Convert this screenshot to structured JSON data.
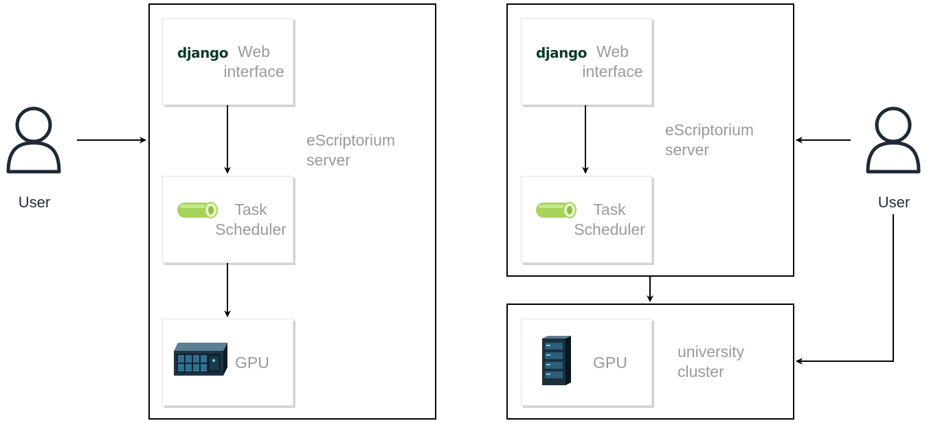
{
  "left": {
    "user_label": "User",
    "server_label": [
      "eScriptorium",
      "server"
    ],
    "web": {
      "logo": "django",
      "label": [
        "Web",
        "interface"
      ]
    },
    "scheduler": {
      "label": [
        "Task",
        "Scheduler"
      ]
    },
    "gpu": {
      "label": "GPU"
    }
  },
  "right": {
    "user_label": "User",
    "server_label": [
      "eScriptorium",
      "server"
    ],
    "web": {
      "logo": "django",
      "label": [
        "Web",
        "interface"
      ]
    },
    "scheduler": {
      "label": [
        "Task",
        "Scheduler"
      ]
    },
    "gpu": {
      "label": "GPU"
    },
    "cluster_label": [
      "university",
      "cluster"
    ]
  },
  "icons": {
    "user": "user-icon",
    "celery": "celery-tube-icon",
    "server_gpu": "server-rack-unit-icon",
    "tower_gpu": "server-tower-icon"
  },
  "colors": {
    "line": "#000000",
    "label_gray": "#9a9a9a",
    "user_stroke": "#1f2a36",
    "django_green": "#0c3c26",
    "celery_green": "#a6d35a"
  }
}
